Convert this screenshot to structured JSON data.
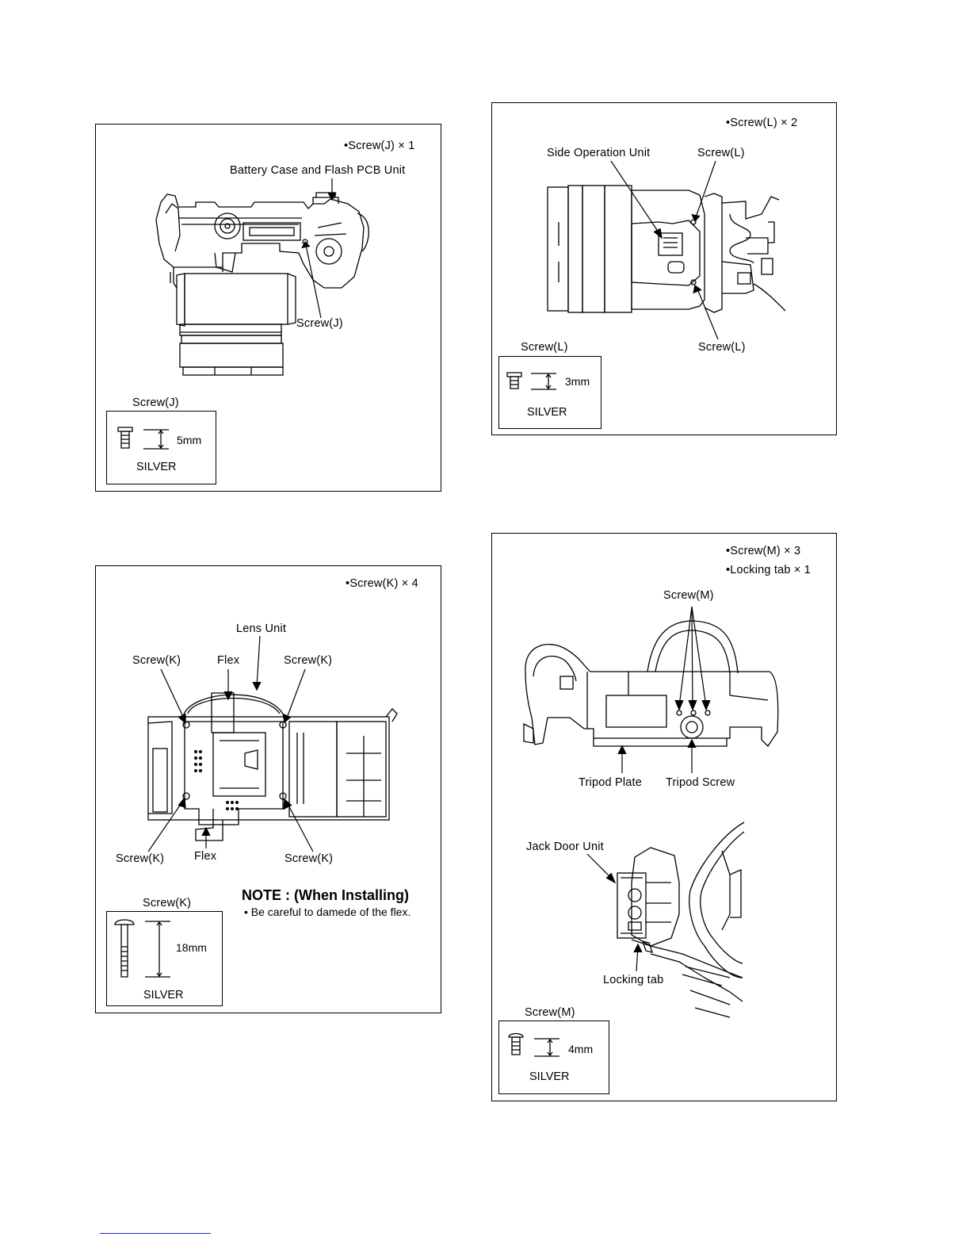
{
  "panels": {
    "j": {
      "count": "•Screw(J) × 1",
      "label_battery": "Battery Case and Flash PCB Unit",
      "label_screw": "Screw(J)",
      "spec_title": "Screw(J)",
      "spec_length": "5mm",
      "spec_material": "SILVER"
    },
    "l": {
      "count": "•Screw(L) × 2",
      "label_side": "Side Operation Unit",
      "label_screw_top": "Screw(L)",
      "label_screw_bottom": "Screw(L)",
      "spec_title": "Screw(L)",
      "spec_length": "3mm",
      "spec_material": "SILVER"
    },
    "k": {
      "count": "•Screw(K) × 4",
      "label_lens": "Lens Unit",
      "label_screw_tl": "Screw(K)",
      "label_flex_top": "Flex",
      "label_screw_tr": "Screw(K)",
      "label_screw_bl": "Screw(K)",
      "label_flex_bottom": "Flex",
      "label_screw_br": "Screw(K)",
      "note_title": "NOTE : (When Installing)",
      "note_body": "• Be careful to damede of the flex.",
      "spec_title": "Screw(K)",
      "spec_length": "18mm",
      "spec_material": "SILVER"
    },
    "m": {
      "count_screw": "•Screw(M) × 3",
      "count_tab": "•Locking tab × 1",
      "label_screw": "Screw(M)",
      "label_tripod_plate": "Tripod Plate",
      "label_tripod_screw": "Tripod Screw",
      "label_jack_door": "Jack Door Unit",
      "label_locking_tab": "Locking tab",
      "spec_title": "Screw(M)",
      "spec_length": "4mm",
      "spec_material": "SILVER"
    }
  }
}
